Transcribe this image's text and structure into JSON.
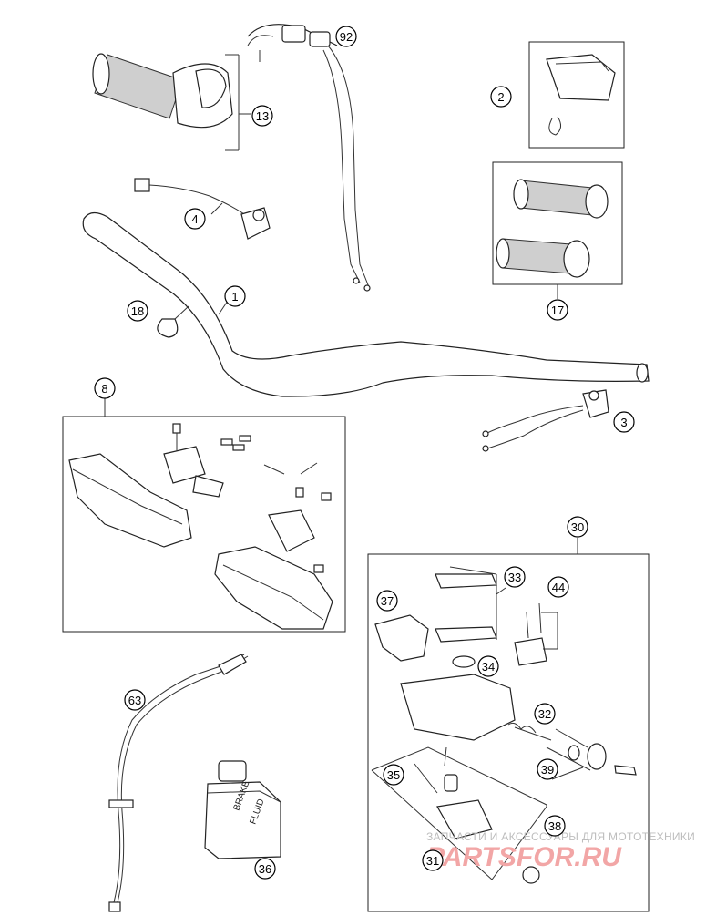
{
  "callouts": {
    "c92": "92",
    "c13": "13",
    "c2": "2",
    "c17": "17",
    "c4": "4",
    "c1": "1",
    "c18": "18",
    "c8": "8",
    "c3": "3",
    "c30": "30",
    "c33": "33",
    "c44": "44",
    "c37": "37",
    "c34": "34",
    "c63": "63",
    "c32": "32",
    "c39": "39",
    "c35": "35",
    "c38": "38",
    "c31": "31",
    "c36": "36"
  },
  "brake_fluid": {
    "line1": "BRAKE",
    "line2": "FLUID"
  },
  "watermark": {
    "top": "ЗАПЧАСТИ И АКСЕССУАРЫ ДЛЯ МОТОТЕХНИКИ",
    "main": "PARTSFOR.RU"
  },
  "colors": {
    "line": "#222222",
    "grip": "#cfcfcf",
    "watermark_red": "#f2a6a6",
    "watermark_gray": "#bdbdbd"
  }
}
